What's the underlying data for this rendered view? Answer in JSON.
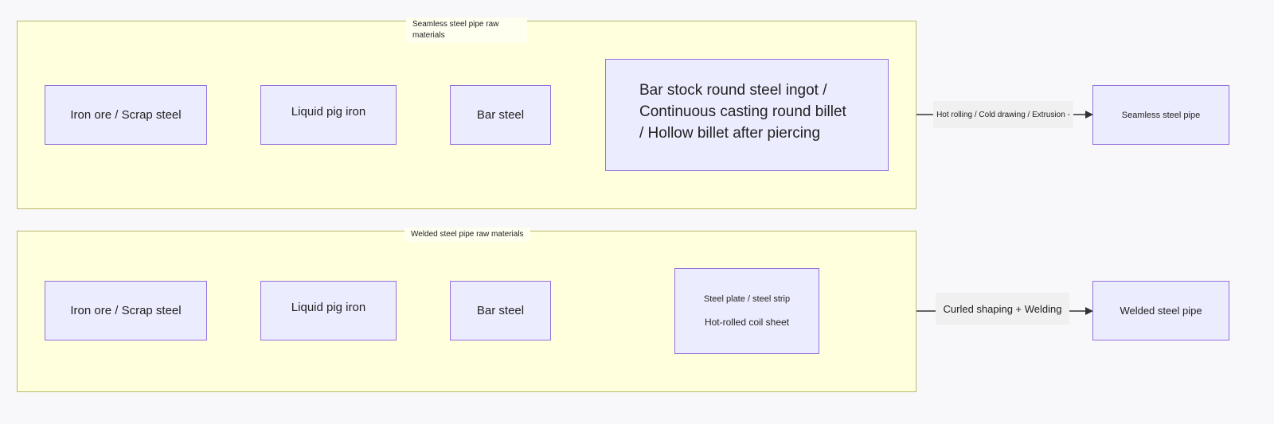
{
  "clusters": {
    "seamless": {
      "label": "Seamless steel pipe raw materials"
    },
    "welded": {
      "label": "Welded steel pipe raw materials"
    }
  },
  "seamless_nodes": {
    "ore": "Iron ore / Scrap steel",
    "pig": "Liquid pig iron",
    "bar": "Bar steel",
    "billet": [
      "Bar stock round steel ingot /",
      "Continuous casting round billet",
      "/ Hollow billet after piercing"
    ],
    "pipe": "Seamless steel pipe"
  },
  "seamless_edge_label": "Hot rolling / Cold drawing / Extrusion -",
  "welded_nodes": {
    "ore": "Iron ore / Scrap steel",
    "pig": "Liquid pig iron",
    "bar": "Bar steel",
    "plate": "Steel plate / steel strip",
    "coil": "Hot-rolled coil sheet",
    "pipe": "Welded steel pipe"
  },
  "welded_edge_label": "Curled shaping + Welding",
  "colors": {
    "cluster_fill": "#ffffde",
    "cluster_stroke": "#b9b96a",
    "node_fill": "#ececff",
    "node_stroke": "#9370db",
    "edge": "#333333"
  }
}
